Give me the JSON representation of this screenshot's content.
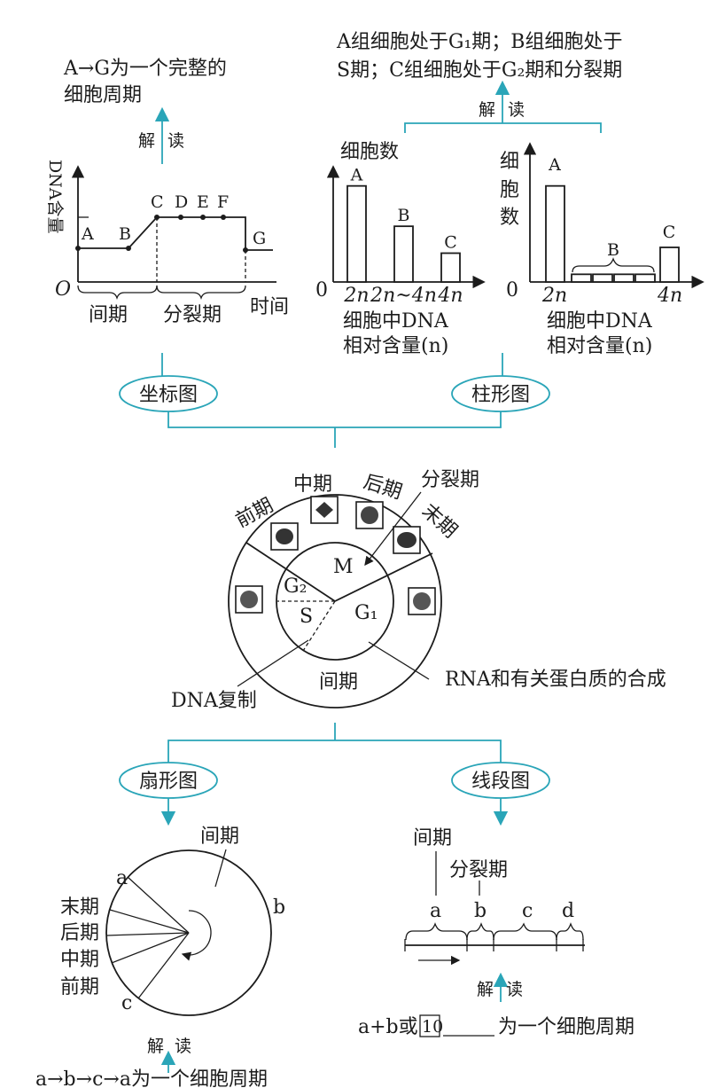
{
  "readings": {
    "line_reading": "A→G为一个完整的",
    "line_reading_2": "细胞周期",
    "bar_reading_1": "A组细胞处于G₁期；B组细胞处于",
    "bar_reading_2": "S期；C组细胞处于G₂期和分裂期",
    "pie_reading": "a→b→c→a为一个细胞周期",
    "seg_reading_prefix": "a+b或",
    "seg_reading_num": "10",
    "seg_reading_suffix": "为一个细胞周期",
    "jiedu": "解读"
  },
  "nodes": {
    "zuobiao": "坐标图",
    "zhuxing": "柱形图",
    "shanxing": "扇形图",
    "xianduan": "线段图"
  },
  "line_chart": {
    "ylabel": "DNA含量",
    "xlabel": "时间",
    "origin": "O",
    "points": [
      "A",
      "B",
      "C",
      "D",
      "E",
      "F",
      "G"
    ],
    "phases": [
      "间期",
      "分裂期"
    ],
    "chart_data": {
      "type": "line",
      "x": [
        "A",
        "B",
        "C",
        "D",
        "E",
        "F",
        "G"
      ],
      "values": [
        1,
        1,
        2,
        2,
        2,
        2,
        1
      ]
    }
  },
  "bar_chart_1": {
    "ylabel": "细胞数",
    "origin": "0",
    "xlabel_1": "细胞中DNA",
    "xlabel_2": "相对含量(n)",
    "chart_data": {
      "type": "bar",
      "categories": [
        "2n",
        "2n~4n",
        "4n"
      ],
      "labels": [
        "A",
        "B",
        "C"
      ],
      "values": [
        100,
        58,
        30
      ],
      "ylim": [
        0,
        120
      ]
    }
  },
  "bar_chart_2": {
    "ylabel": "细胞数",
    "origin": "0",
    "xlabel_1": "细胞中DNA",
    "xlabel_2": "相对含量(n)",
    "tick_2n": "2n",
    "tick_4n": "4n",
    "chart_data": {
      "type": "bar",
      "labels": [
        "A",
        "B",
        "B",
        "B",
        "B",
        "C"
      ],
      "values": [
        100,
        8,
        8,
        8,
        8,
        36
      ],
      "ylim": [
        0,
        120
      ]
    }
  },
  "cycle": {
    "m_phases": [
      "前期",
      "中期",
      "后期",
      "分裂期",
      "末期"
    ],
    "inner": [
      "M",
      "G₂",
      "S",
      "G₁"
    ],
    "interphase": "间期",
    "dna_rep": "DNA复制",
    "rna_syn": "RNA和有关蛋白质的合成"
  },
  "pie": {
    "interphase": "间期",
    "phases": [
      "末期",
      "后期",
      "中期",
      "前期"
    ],
    "letters": [
      "a",
      "b",
      "c"
    ]
  },
  "segments": {
    "interphase": "间期",
    "division": "分裂期",
    "letters": [
      "a",
      "b",
      "c",
      "d"
    ]
  }
}
